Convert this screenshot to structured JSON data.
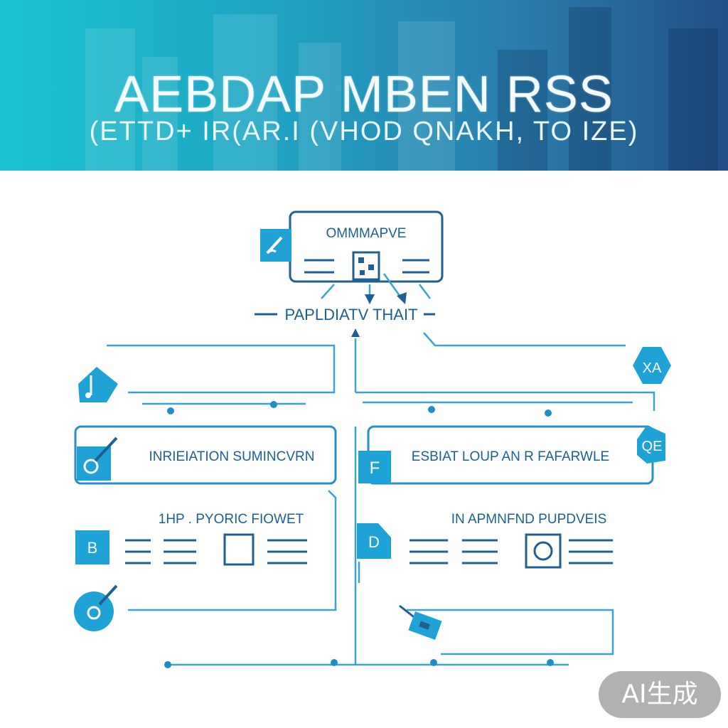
{
  "header": {
    "title": "AEBDAP  MBEN   RSS",
    "subtitle": "(ETTD+ IR(AR.I (VHOD QNAKH, TO  IZE)"
  },
  "diagram": {
    "top_node": "OMMMAPVE",
    "center_label": "PAPLDIATV THAIT",
    "badge_right_top": "XA",
    "left_box_2": "INRIEIATION SUMINCVRN",
    "right_box_2": "ESBIAT LOUP AN R FAFARWLE",
    "badge_right_mid": "QE",
    "left_row_3": "1HP . PYORIC FIOWET",
    "right_row_3": "IN APMNFND PUPDVEIS",
    "icon_left_2": "F",
    "icon_right_3": "D",
    "icon_left_3": "B",
    "colors": {
      "accent": "#1fa3d6",
      "line": "#2b8fc3",
      "text": "#1c5f93"
    }
  },
  "watermark": {
    "label": "AI生成"
  }
}
